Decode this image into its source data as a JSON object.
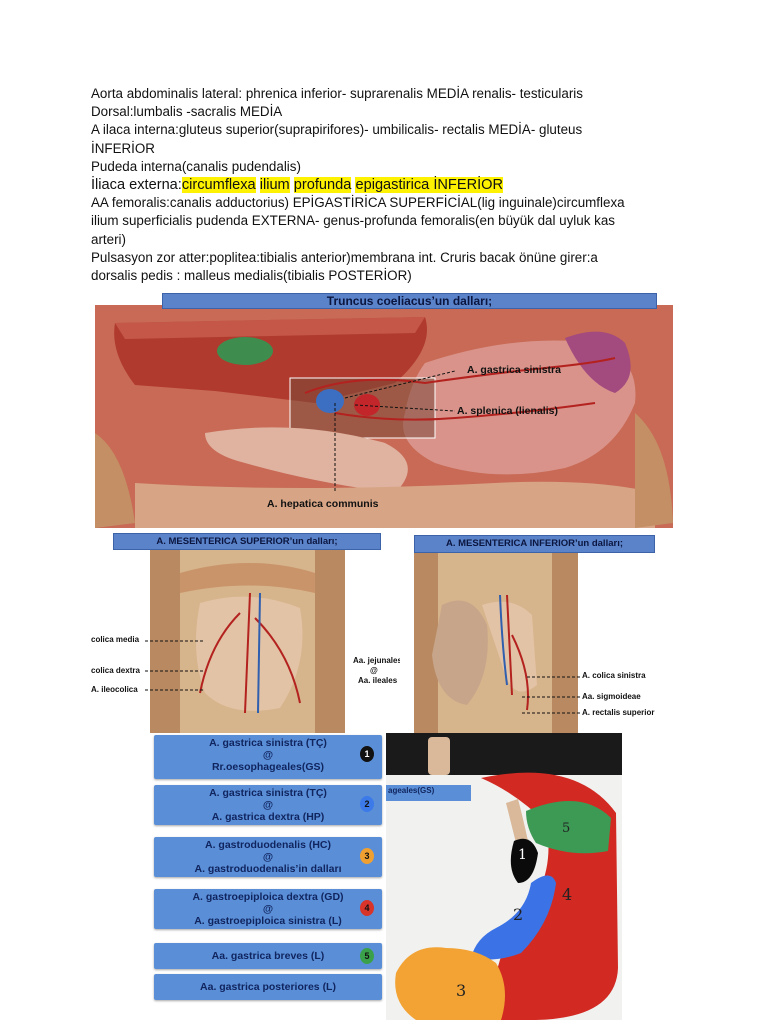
{
  "text_lines": [
    "Aorta abdominalis lateral: phrenica inferior- suprarenalis MEDİA renalis- testicularis",
    "Dorsal:lumbalis -sacralis MEDİA",
    "A ilaca interna:gluteus superior(suprapirifores)- umbilicalis- rectalis MEDİA- gluteus",
    "İNFERİOR",
    "Pudeda interna(canalis pudendalis)"
  ],
  "iliaca_line": {
    "prefix": "İliaca externa:",
    "w1": "circumflexa",
    "w2": "ilium",
    "w3": "profunda",
    "w4": "epigastirica İNFERİOR"
  },
  "text_lines2": [
    "AA femoralis:canalis adductorius) EPİGASTİRİCA SUPERFİCİAL(lig inguinale)circumflexa",
    "ilium superficialis pudenda EXTERNA- genus-profunda femoralis(en büyük dal uyluk kas",
    "arteri)",
    "Pulsasyon zor atter:poplitea:tibialis anterior)membrana int. Cruris bacak önüne girer:a",
    "dorsalis pedis : malleus medialis(tibialis POSTERİOR)"
  ],
  "fig1": {
    "title": "Truncus coeliacus’un dalları;",
    "label_gastrica": "A. gastrica sinistra",
    "label_splenica": "A. splenica (lienalis)",
    "label_hepatica": "A. hepatica communis"
  },
  "fig2": {
    "title": "A. MESENTERICA SUPERIOR’un dalları;",
    "label_colica_media": "colica media",
    "label_colica_dextra": "colica dextra",
    "label_ileocolica": "A. ileocolica",
    "label_jejunales": "Aa. jejunales",
    "label_at": "@",
    "label_ileales": "Aa. ileales"
  },
  "fig3": {
    "title": "A. MESENTERICA INFERIOR’un dalları;",
    "label_colica_sinistra": "A. colica sinistra",
    "label_sigmoideae": "Aa. sigmoideae",
    "label_rectalis": "A. rectalis superior"
  },
  "fig4": {
    "items": [
      {
        "l1": "A. gastrica sinistra (TÇ)",
        "l2": "@",
        "l3": "Rr.oesophageales(GS)",
        "badge": "1",
        "badge_color": "#111111",
        "badge_text_color": "#ffffff"
      },
      {
        "l1": "A. gastrica sinistra (TÇ)",
        "l2": "@",
        "l3": "A. gastrica dextra (HP)",
        "badge": "2",
        "badge_color": "#3b7ae8",
        "badge_text_color": "#10245e"
      },
      {
        "l1": "A. gastroduodenalis (HC)",
        "l2": "@",
        "l3": "A. gastroduodenalis’in dalları",
        "badge": "3",
        "badge_color": "#f0a030",
        "badge_text_color": "#10245e"
      },
      {
        "l1": "A. gastroepiploica dextra (GD)",
        "l2": "@",
        "l3": "A. gastroepiploica sinistra (L)",
        "badge": "4",
        "badge_color": "#d8342a",
        "badge_text_color": "#10245e"
      },
      {
        "l1": "Aa. gastrica breves (L)",
        "l2": "",
        "l3": "",
        "badge": "5",
        "badge_color": "#3aa14a",
        "badge_text_color": "#10245e"
      },
      {
        "l1": "Aa. gastrica posteriores (L)",
        "l2": "",
        "l3": "",
        "badge": "",
        "badge_color": "",
        "badge_text_color": ""
      }
    ],
    "tag_text": "ageales(GS)",
    "region_numbers": [
      "1",
      "2",
      "3",
      "4",
      "5"
    ],
    "colors": {
      "red": "#d22a22",
      "green": "#3c9a55",
      "blue": "#3b73e6",
      "orange": "#f2a334",
      "black": "#0b0b0b"
    }
  }
}
